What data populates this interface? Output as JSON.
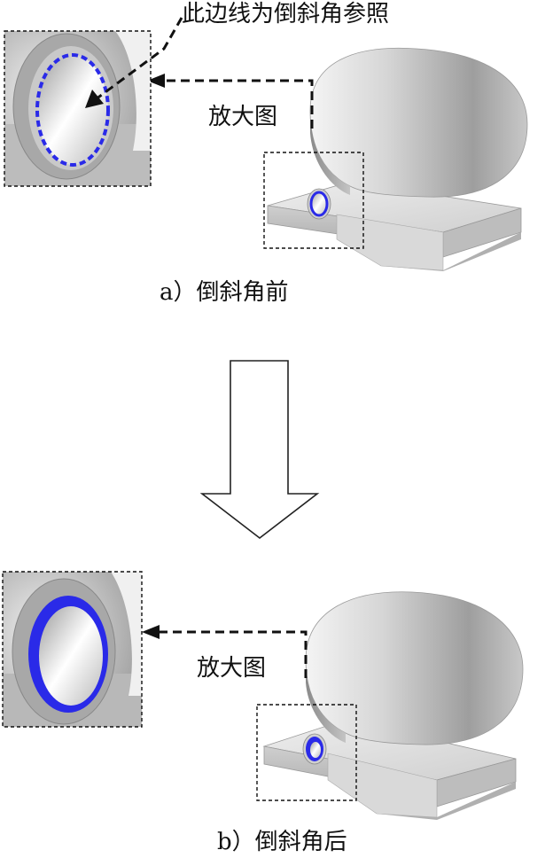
{
  "top": {
    "reference_note": "此边线为倒斜角参照",
    "zoom_label": "放大图",
    "caption": "a）倒斜角前"
  },
  "bottom": {
    "zoom_label": "放大图",
    "caption": "b）倒斜角后"
  },
  "colors": {
    "edge_highlight": "#2a2ae8",
    "dashed_frame": "#111111",
    "arrow_outline": "#222222"
  }
}
